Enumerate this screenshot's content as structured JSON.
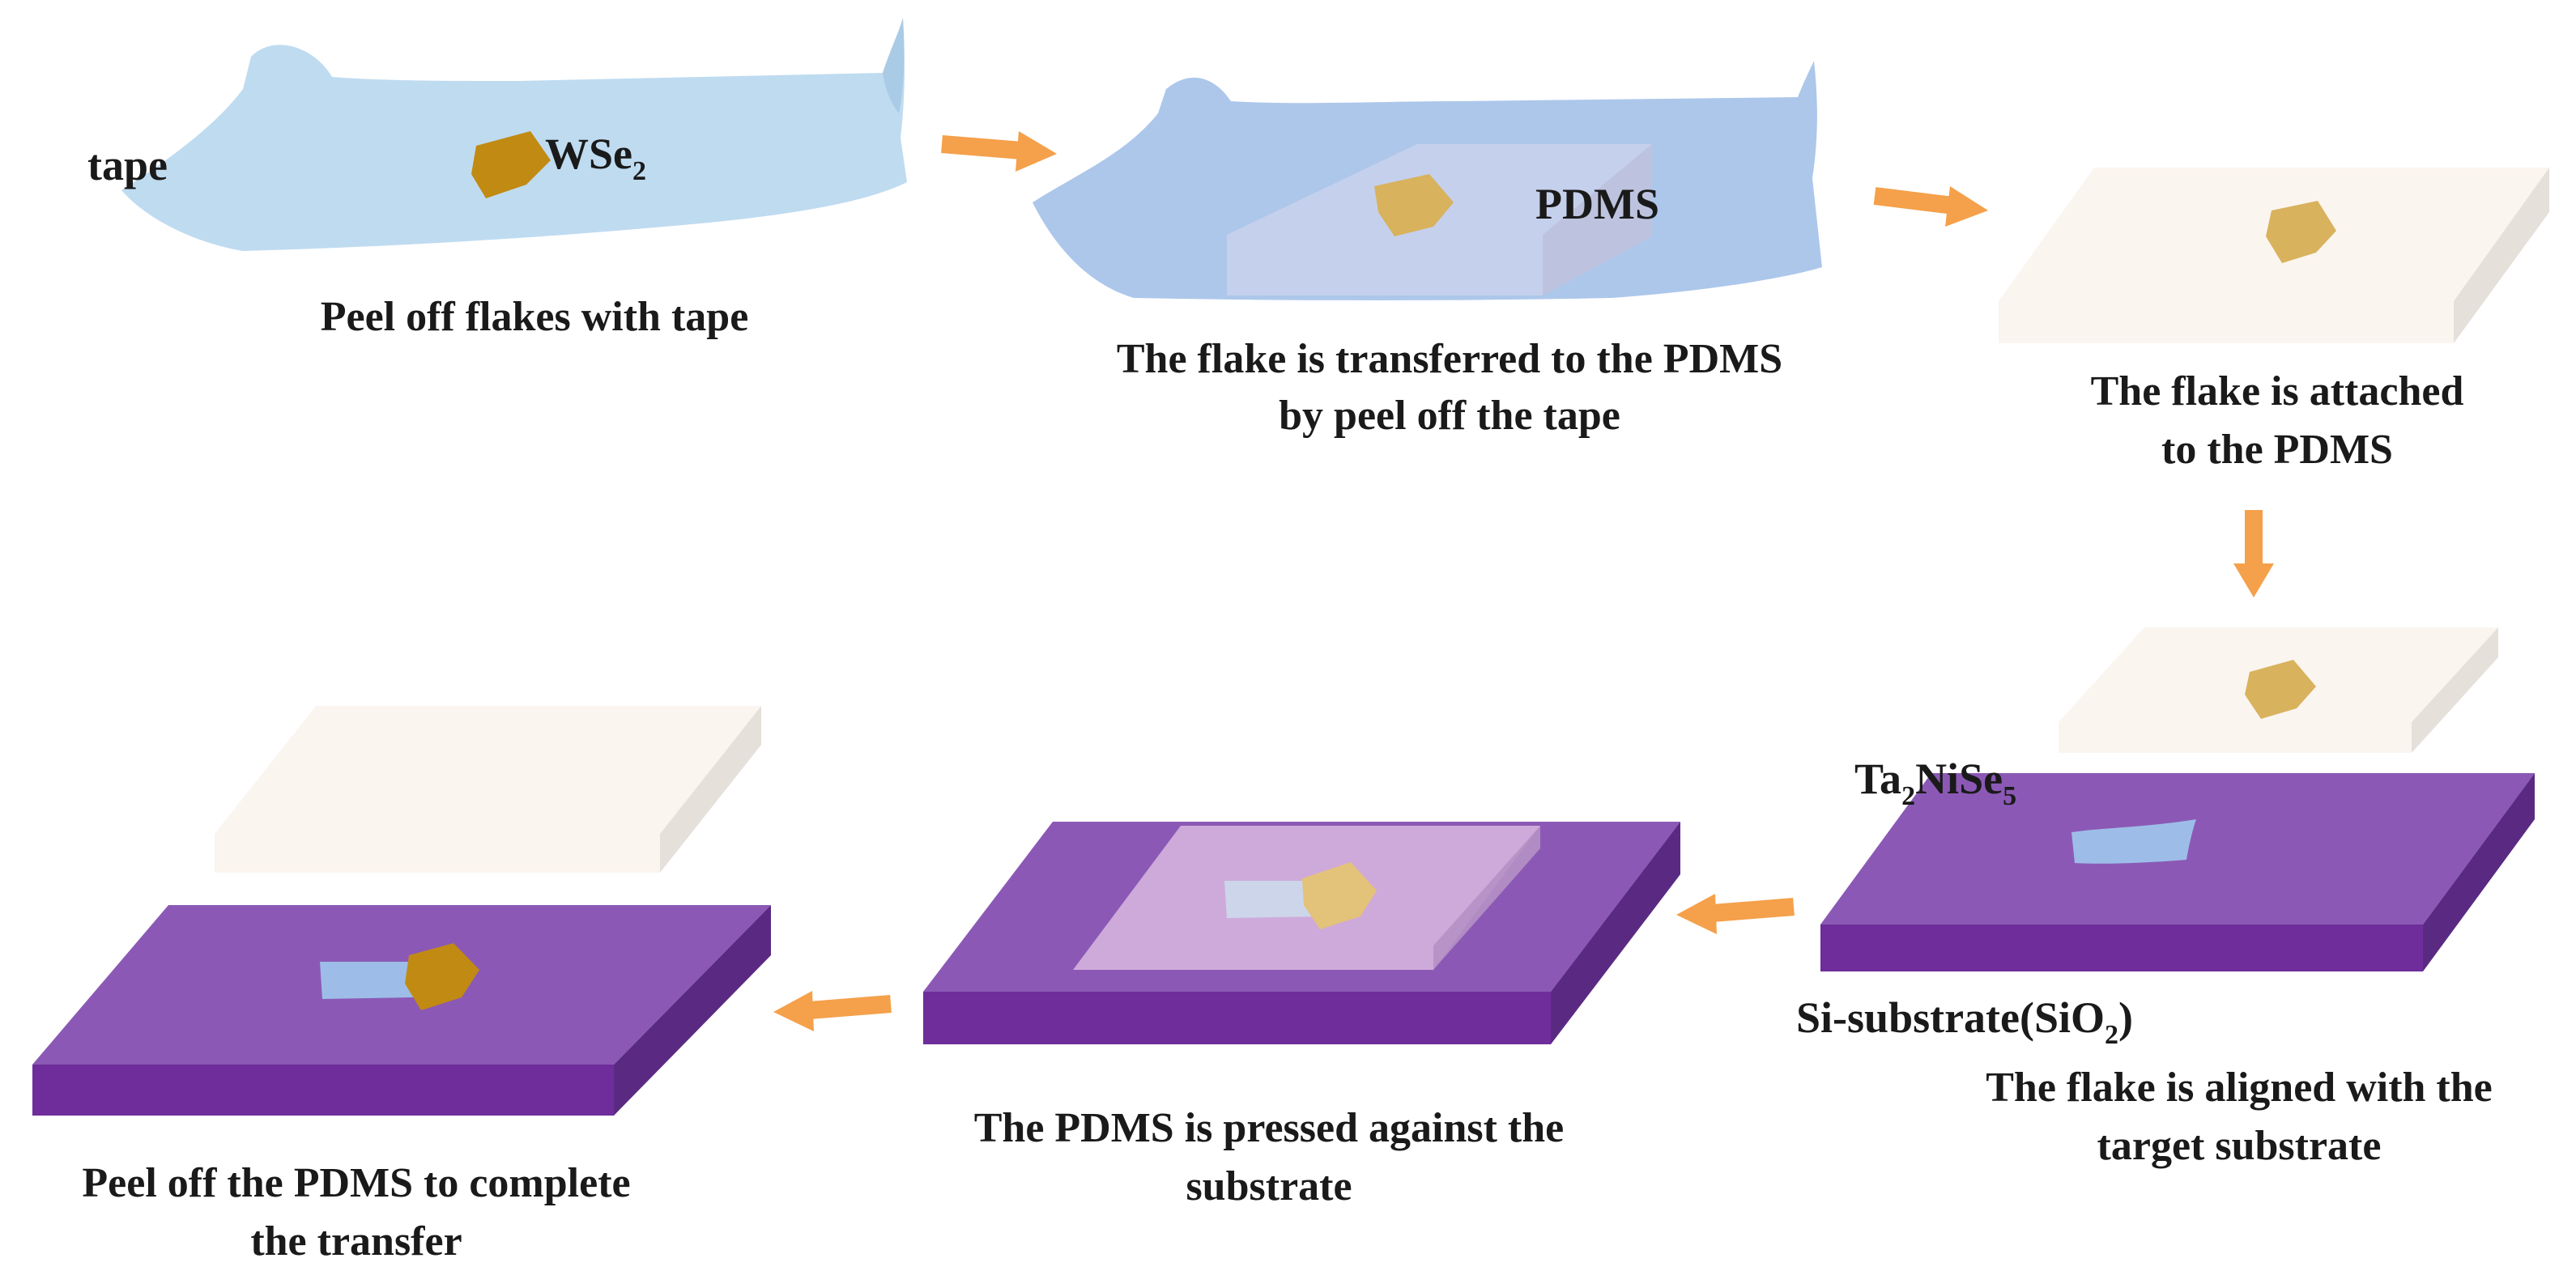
{
  "labels": {
    "tape": "tape",
    "wse2_main": "WSe",
    "wse2_sub": "2",
    "pdms": "PDMS",
    "ta2nise5_a": "Ta",
    "ta2nise5_b": "2",
    "ta2nise5_c": "NiSe",
    "ta2nise5_d": "5",
    "si_substrate_a": "Si-substrate(SiO",
    "si_substrate_b": "2",
    "si_substrate_c": ")"
  },
  "steps": [
    {
      "lines": [
        "Peel off flakes with tape"
      ]
    },
    {
      "lines": [
        "The flake is transferred to the PDMS",
        "by peel off the tape"
      ]
    },
    {
      "lines": [
        "The flake is attached",
        "to the PDMS"
      ]
    },
    {
      "lines": [
        "The flake is aligned with the",
        "target substrate"
      ]
    },
    {
      "lines": [
        "The PDMS is pressed against the",
        "substrate"
      ]
    },
    {
      "lines": [
        "Peel off the PDMS to complete",
        "the transfer"
      ]
    }
  ],
  "colors": {
    "tape": "#bcd9ef",
    "tape_dark": "#a9c4ea",
    "pdms_slab": "#fbf5ef",
    "pdms_side": "#e6e0da",
    "substrate_top": "#8b59b5",
    "substrate_front": "#6e2d9b",
    "substrate_side": "#5a2a83",
    "flake_dark": "#c18a12",
    "flake_light": "#d8b25c",
    "ta2nise5": "#9dbde8",
    "arrow": "#f5a04a"
  }
}
